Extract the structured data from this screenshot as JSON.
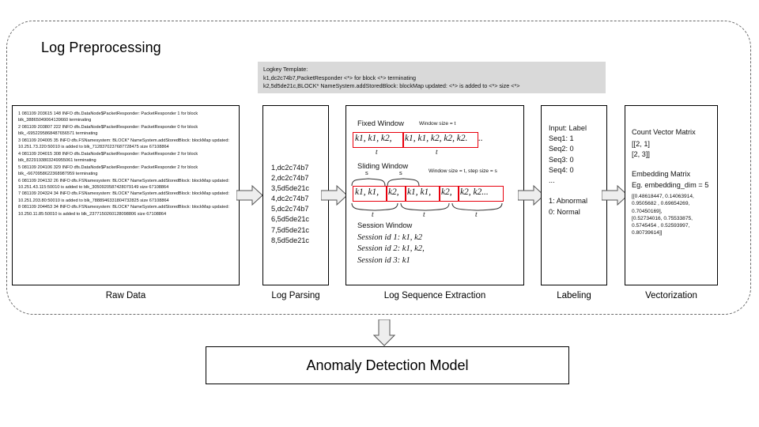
{
  "frame": {
    "title": "Log Preprocessing"
  },
  "logkey_template": {
    "heading": "Logkey Template:",
    "lines": [
      "k1,dc2c74b7,PacketResponder <*> for block <*> terminating",
      "k2,5d5de21c,BLOCK* NameSystem.addStoredBlock: blockMap updated: <*> is added to <*> size <*>"
    ]
  },
  "stages": {
    "raw_data": {
      "label": "Raw Data",
      "text": "1 081109 203615 148 INFO dfs.DataNode$PacketResponder: PacketResponder 1 for block blk_38865049064139660 terminating\n2 081109 203807 222 INFO dfs.DataNode$PacketResponder: PacketResponder 0 for block blk_-6952295868487656571 terminating\n3 081109 204005 35 INFO dfs.FSNamesystem: BLOCK* NameSystem.addStoredBlock: blockMap updated: 10.251.73.220:50010 is added to blk_7128370237687728475 size 67108864\n4 081109 204015 308 INFO dfs.DataNode$PacketResponder: PacketResponder 2 for block blk_8229193803249955061 terminating\n5 081109 204106 329 INFO dfs.DataNode$PacketResponder: PacketResponder 2 for block blk_-6670958622368987959 terminating\n6 081109 204132 26 INFO dfs.FSNamesystem: BLOCK* NameSystem.addStoredBlock: blockMap updated: 10.251.43.115:50010 is added to blk_3050920587428079149 size 67108864\n7 081109 204324 34 INFO dfs.FSNamesystem: BLOCK* NameSystem.addStoredBlock: blockMap updated: 10.251.203.80:50010 is added to blk_7888946331804732825 size 67108864\n8 081109 204453 34 INFO dfs.FSNamesystem: BLOCK* NameSystem.addStoredBlock: blockMap updated: 10.250.11.85:50010 is added to blk_2377150260128098806 size 67108864"
    },
    "log_parsing": {
      "label": "Log Parsing",
      "rows": "1,dc2c74b7\n2,dc2c74b7\n3,5d5de21c\n4,dc2c74b7\n5,dc2c74b7\n6,5d5de21c\n7,5d5de21c\n8,5d5de21c"
    },
    "log_sequence_extraction": {
      "label": "Log Sequence Extraction",
      "fixed_window": {
        "heading": "Fixed Window",
        "note": "Window size = t",
        "group1": "k1, k1, k2,",
        "group2": "k1, k1, k2, k2, k2.",
        "trailing": "..",
        "tick1": "t",
        "tick2": "t"
      },
      "sliding_window": {
        "heading": "Sliding Window",
        "note": "Window size = t, step size = s",
        "s_label_1": "s",
        "s_label_2": "s",
        "g1": "k1, k1,",
        "g2": "k2,",
        "g3": "k1, k1,",
        "g4": "k2,",
        "g5": "k2, k2...",
        "tick1": "t",
        "tick2": "t",
        "tick3": "t"
      },
      "session_window": {
        "heading": "Session Window",
        "lines": "Session id 1: k1, k2\nSession id 2: k1, k2,\nSession id 3: k1"
      }
    },
    "labeling": {
      "label": "Labeling",
      "text": "Input: Label\nSeq1: 1\nSeq2: 0\nSeq3: 0\nSeq4: 0\n...\n\n1: Abnormal\n0: Normal"
    },
    "vectorization": {
      "label": "Vectorization",
      "count_vector_heading": "Count Vector Matrix",
      "count_vector_rows": "[[2, 1]\n[2, 3]]",
      "embedding_heading": "Embedding Matrix",
      "embedding_dim_note": "Eg. embedding_dim = 5",
      "embedding_rows": "[[0.48618447, 0.14063914,\n0.9505682 , 0.69654269,\n0.70450169],\n[0.52734016, 0.75533875,\n0.5745454 , 0.52593997,\n0.80739614]]"
    }
  },
  "model": {
    "label": "Anomaly Detection Model"
  },
  "colors": {
    "highlight": "#e8000d",
    "template_bg": "#d9d9d9",
    "arrow_fill": "#eeeeee",
    "frame_border": "#6b6b6b"
  }
}
